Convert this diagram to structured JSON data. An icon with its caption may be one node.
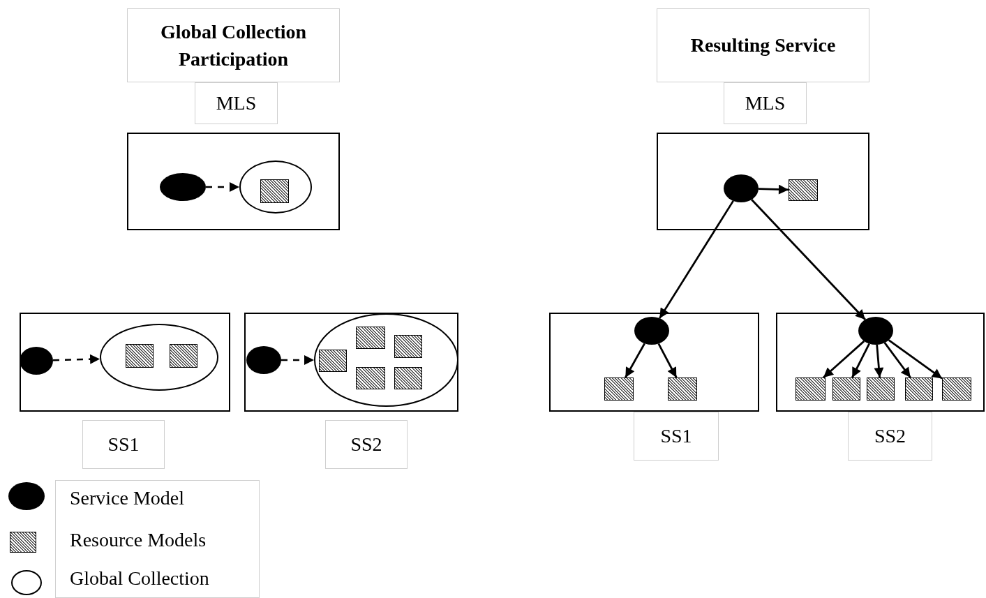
{
  "diagram": {
    "nodes": [
      {
        "text": [
          "Global Collection Participation"
        ]
      },
      {
        "text": [
          "MLS"
        ]
      },
      {
        "text": [],
        "shape": "box"
      },
      {
        "text": [],
        "shape": "circle",
        "in": 2
      },
      {
        "text": [],
        "shape": "ellipse",
        "in": 2
      },
      {
        "text": [],
        "shape": "square",
        "in": 4
      },
      {
        "text": [],
        "shape": "box"
      },
      {
        "text": [],
        "shape": "circle",
        "in": 6
      },
      {
        "text": [],
        "shape": "ellipse",
        "in": 6
      },
      {
        "text": [],
        "shape": "square",
        "in": 8
      },
      {
        "text": [],
        "shape": "square",
        "in": 8
      },
      {
        "text": [],
        "shape": "box"
      },
      {
        "text": [],
        "shape": "circle",
        "in": 11
      },
      {
        "text": [],
        "shape": "ellipse",
        "in": 11
      },
      {
        "text": [],
        "shape": "square",
        "in": 13
      },
      {
        "text": [],
        "shape": "square",
        "in": 13
      },
      {
        "text": [],
        "shape": "square",
        "in": 13
      },
      {
        "text": [],
        "shape": "square",
        "in": 13
      },
      {
        "text": [],
        "shape": "square",
        "in": 13
      },
      {
        "text": [
          "SS1"
        ]
      },
      {
        "text": [
          "SS2"
        ]
      },
      {
        "text": [
          "Resulting Service"
        ]
      },
      {
        "text": [
          "MLS"
        ]
      },
      {
        "text": [],
        "shape": "box"
      },
      {
        "text": [],
        "shape": "circle",
        "in": 23
      },
      {
        "text": [],
        "shape": "square",
        "in": 23
      },
      {
        "text": [],
        "shape": "box"
      },
      {
        "text": [],
        "shape": "circle",
        "in": 26
      },
      {
        "text": [],
        "shape": "square",
        "in": 26
      },
      {
        "text": [],
        "shape": "square",
        "in": 26
      },
      {
        "text": [],
        "shape": "box"
      },
      {
        "text": [],
        "shape": "circle",
        "in": 30
      },
      {
        "text": [],
        "shape": "square",
        "in": 30
      },
      {
        "text": [],
        "shape": "square",
        "in": 30
      },
      {
        "text": [],
        "shape": "square",
        "in": 30
      },
      {
        "text": [],
        "shape": "square",
        "in": 30
      },
      {
        "text": [],
        "shape": "square",
        "in": 30
      },
      {
        "text": [
          "SS1"
        ]
      },
      {
        "text": [
          "SS2"
        ]
      }
    ],
    "edges": [
      {
        "from": 3,
        "to": 4,
        "arrow": "to",
        "style": "dashed"
      },
      {
        "from": 7,
        "to": 8,
        "arrow": "to",
        "style": "dashed"
      },
      {
        "from": 12,
        "to": 13,
        "arrow": "to",
        "style": "dashed"
      },
      {
        "from": 24,
        "to": 25,
        "arrow": "to"
      },
      {
        "from": 24,
        "to": 27,
        "arrow": "to"
      },
      {
        "from": 24,
        "to": 31,
        "arrow": "to"
      },
      {
        "from": 27,
        "to": 28,
        "arrow": "to"
      },
      {
        "from": 27,
        "to": 29,
        "arrow": "to"
      },
      {
        "from": 31,
        "to": 32,
        "arrow": "to"
      },
      {
        "from": 31,
        "to": 33,
        "arrow": "to"
      },
      {
        "from": 31,
        "to": 34,
        "arrow": "to"
      },
      {
        "from": 31,
        "to": 35,
        "arrow": "to"
      },
      {
        "from": 31,
        "to": 36,
        "arrow": "to"
      }
    ],
    "legend": [
      {
        "text": "Service Model"
      },
      {
        "text": "Resource Models"
      },
      {
        "text": "Global Collection"
      }
    ]
  }
}
